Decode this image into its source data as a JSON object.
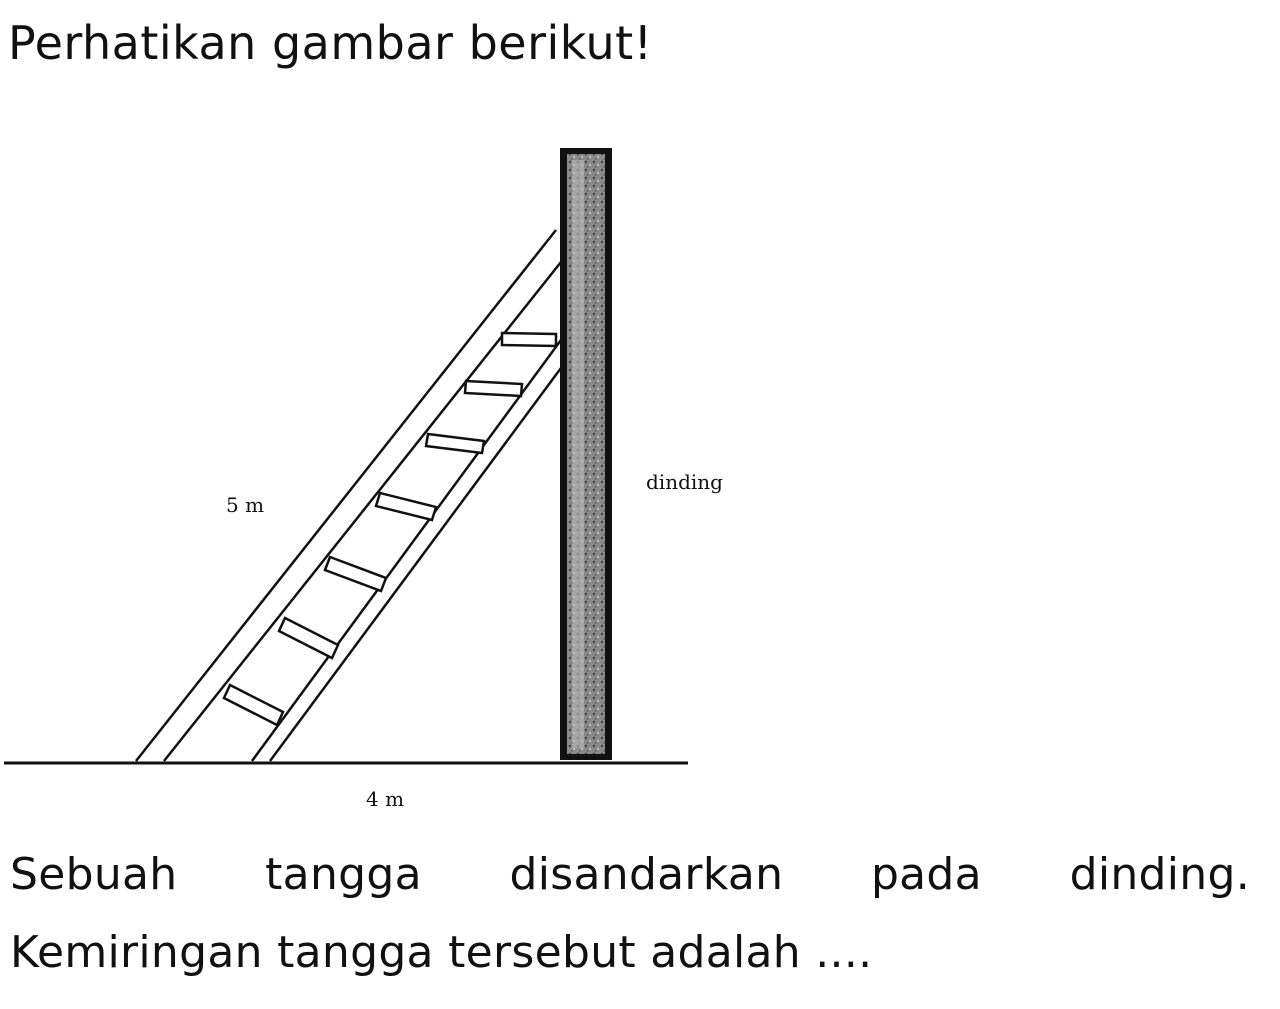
{
  "heading": "Perhatikan gambar berikut!",
  "figure": {
    "ladder_label": "5 m",
    "ground_label": "4 m",
    "wall_label": "dinding"
  },
  "question": {
    "line1": "Sebuah tangga disandarkan pada dinding.",
    "line2": "Kemiringan tangga tersebut adalah ...."
  }
}
